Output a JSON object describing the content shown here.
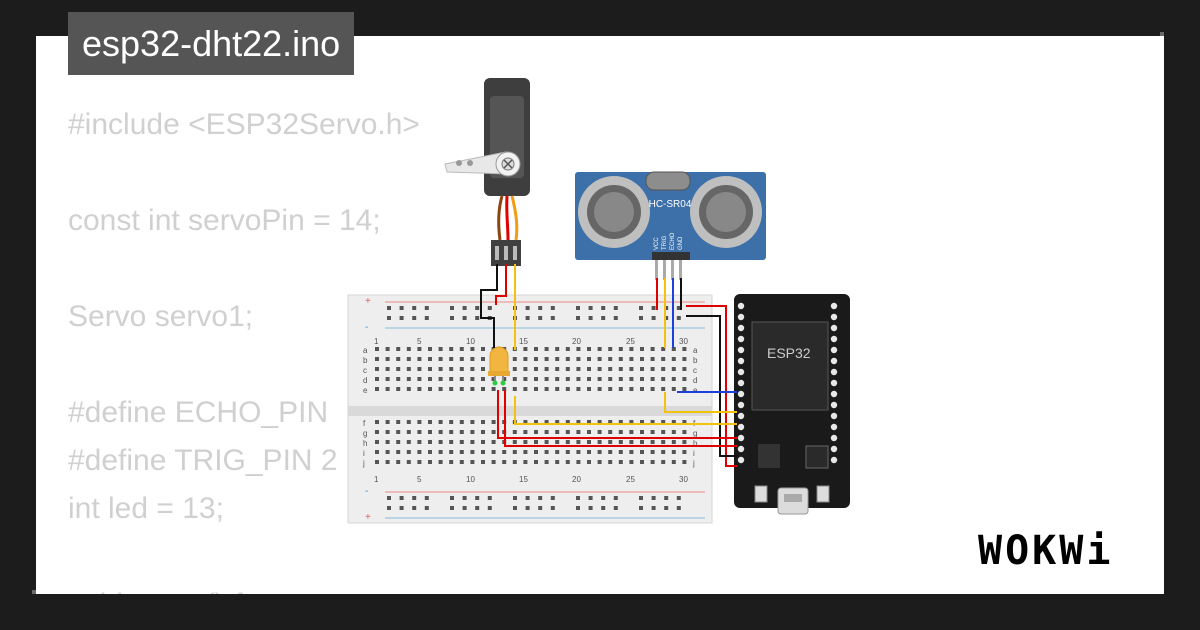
{
  "file_name": "esp32-dht22.ino",
  "code_lines": [
    "#include <ESP32Servo.h>",
    "",
    "const int servoPin = 14;",
    "",
    "Servo servo1;",
    "",
    "#define ECHO_PIN",
    "#define TRIG_PIN 2",
    "int led = 13;",
    "",
    "void setup() {"
  ],
  "breadboard": {
    "column_labels": [
      "1",
      "5",
      "10",
      "15",
      "20",
      "25",
      "30"
    ],
    "row_labels_top": [
      "a",
      "b",
      "c",
      "d",
      "e"
    ],
    "row_labels_bottom": [
      "f",
      "g",
      "h",
      "i",
      "j"
    ],
    "rail_plus": "+",
    "rail_minus": "-"
  },
  "sensor": {
    "name": "HC-SR04",
    "pins": [
      "VCC",
      "TRIG",
      "ECHO",
      "GND"
    ]
  },
  "board": {
    "name": "ESP32"
  },
  "logo_text": "WOKWi",
  "colors": {
    "background": "#1c1c1c",
    "panel": "#ffffff",
    "title_tab": "#555555",
    "code_text": "#d0d0d0",
    "wire_red": "#e00000",
    "wire_black": "#111111",
    "wire_yellow": "#f4c20d",
    "wire_blue": "#1e3fd8",
    "sensor_board": "#3d6fa8",
    "esp32_board": "#1a1a1a"
  }
}
